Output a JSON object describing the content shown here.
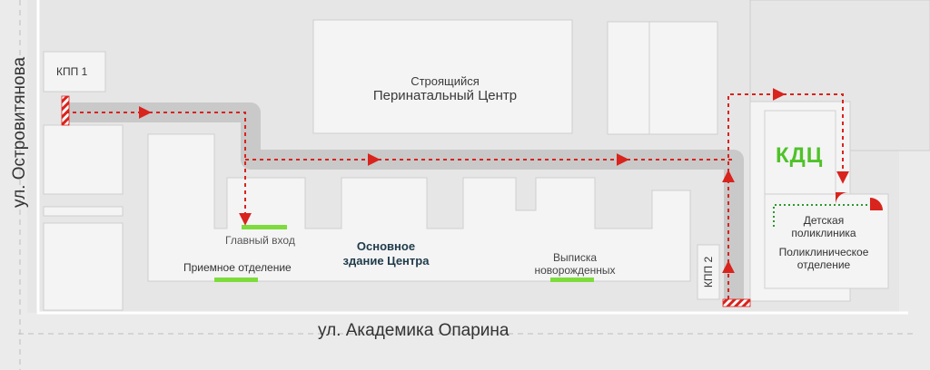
{
  "streets": {
    "ostrovityanova": "ул. Островитянова",
    "oparina": "ул. Академика Опарина"
  },
  "checkpoints": {
    "kpp1": "КПП 1",
    "kpp2": "КПП 2"
  },
  "buildings": {
    "perinatal_line1": "Строящийся",
    "perinatal_line2": "Перинатальный Центр",
    "main_line1": "Основное",
    "main_line2": "здание Центра",
    "kdc": "КДЦ",
    "children_line1": "Детская",
    "children_line2": "поликлиника",
    "outpatient_line1": "Поликлиническое",
    "outpatient_line2": "отделение"
  },
  "entrances": {
    "main_entrance": "Главный вход",
    "admission": "Приемное отделение",
    "discharge_line1": "Выписка",
    "discharge_line2": "новорожденных"
  },
  "colors": {
    "route": "#d9231d",
    "entrance_marker": "#7ddc3c",
    "kdc_text": "#4fc22a",
    "children_outline": "#2a9a2a",
    "building_fill": "#f4f4f4",
    "road_band": "#c9c9c9"
  }
}
